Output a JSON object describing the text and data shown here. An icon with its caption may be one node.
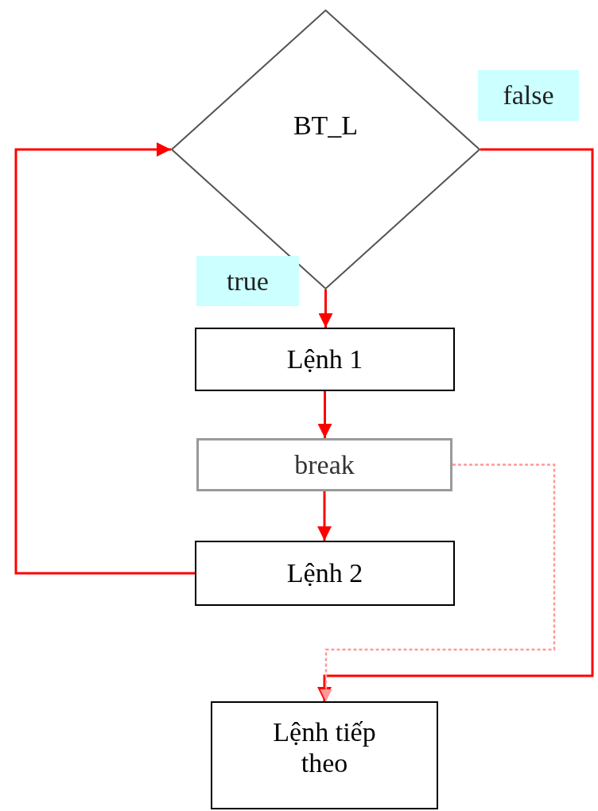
{
  "diagram": {
    "nodes": [
      {
        "text": [
          "BT_L"
        ]
      },
      {
        "text": [
          "Lệnh 1"
        ]
      },
      {
        "text": [
          "break"
        ]
      },
      {
        "text": [
          "Lệnh 2"
        ]
      },
      {
        "text": [
          "Lệnh tiếp theo"
        ]
      }
    ],
    "edges": [
      {
        "from": 0,
        "to": 1,
        "arrow": "to",
        "label": "true"
      },
      {
        "from": 1,
        "to": 2,
        "arrow": "to"
      },
      {
        "from": 2,
        "to": 3,
        "arrow": "to"
      },
      {
        "from": 3,
        "to": 0,
        "arrow": "to"
      },
      {
        "from": 0,
        "to": 4,
        "arrow": "to",
        "label": "false"
      },
      {
        "from": 2,
        "to": 4,
        "arrow": "to",
        "style": "dashed",
        "color": "#ff9999"
      }
    ]
  }
}
